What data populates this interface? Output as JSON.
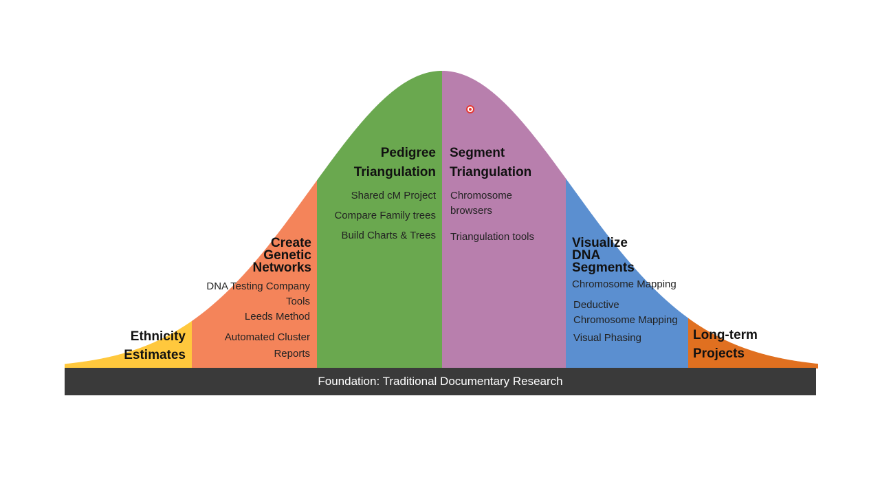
{
  "diagram": {
    "sections": [
      {
        "id": "ethnicity",
        "heading": [
          "Ethnicity",
          "Estimates"
        ],
        "items": [],
        "color": "#ffc83d"
      },
      {
        "id": "networks",
        "heading": [
          "Create",
          "Genetic",
          "Networks"
        ],
        "items": [
          "DNA Testing Company",
          "Tools",
          "Leeds Method",
          "Automated Cluster",
          "Reports"
        ],
        "color": "#f4845a"
      },
      {
        "id": "pedigree",
        "heading": [
          "Pedigree",
          "Triangulation"
        ],
        "items": [
          "Shared cM Project",
          "Compare Family trees",
          "Build Charts & Trees"
        ],
        "color": "#6aa84f"
      },
      {
        "id": "segment",
        "heading": [
          "Segment",
          "Triangulation"
        ],
        "items": [
          "Chromosome",
          "browsers",
          "Triangulation tools"
        ],
        "color": "#b87fad"
      },
      {
        "id": "visualize",
        "heading": [
          "Visualize",
          "DNA",
          "Segments"
        ],
        "items": [
          "Chromosome Mapping",
          "Deductive",
          "Chromosome Mapping",
          "Visual Phasing"
        ],
        "color": "#5b8fd0"
      },
      {
        "id": "longterm",
        "heading": [
          "Long-term",
          "Projects"
        ],
        "items": [],
        "color": "#e07020"
      }
    ],
    "foundation": "Foundation: Traditional Documentary Research",
    "foundation_color": "#3a3a3a"
  }
}
